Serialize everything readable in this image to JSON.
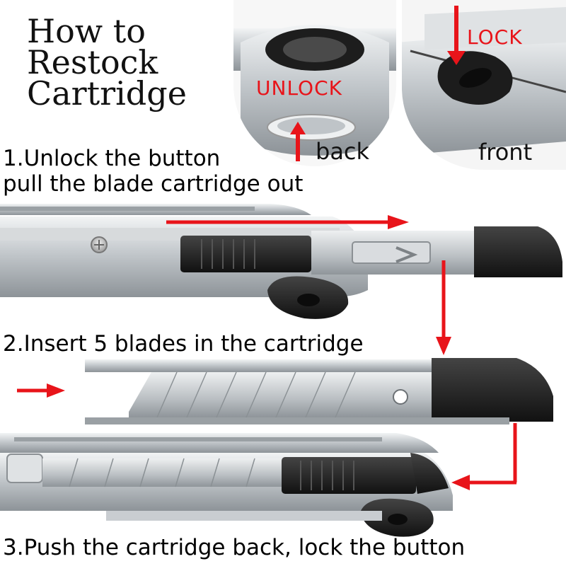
{
  "title": {
    "line1": "How to",
    "line2": "Restock",
    "line3": "Cartridge"
  },
  "steps": {
    "step1_line1": "1.Unlock the button",
    "step1_line2": "pull the blade cartridge out",
    "step2": "2.Insert 5 blades in the cartridge",
    "step3": "3.Push the cartridge back, lock the button"
  },
  "insets": {
    "unlock": "UNLOCK",
    "lock": "LOCK",
    "back": "back",
    "front": "front"
  },
  "colors": {
    "arrow": "#e8141a",
    "text": "#111111",
    "body_silver": "#c9cdd1",
    "plastic_black": "#1e1e1e"
  }
}
